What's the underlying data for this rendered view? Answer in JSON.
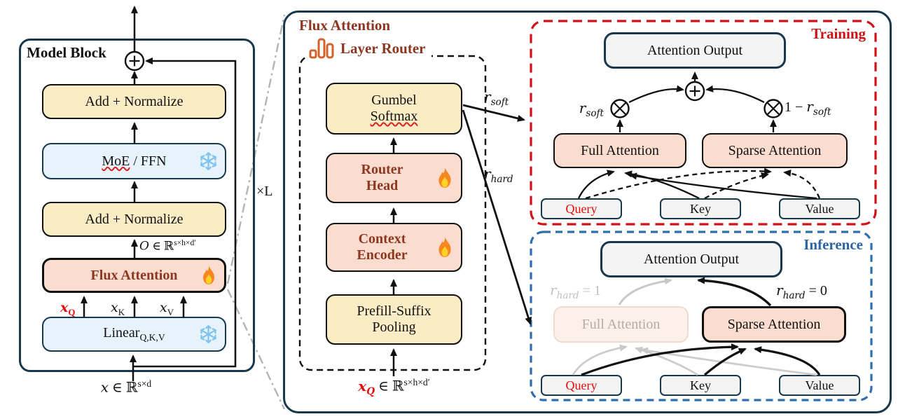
{
  "palette": {
    "panel_border": "#17384d",
    "yellow_fill": "#faecc5",
    "blue_fill": "#e7f3fb",
    "pink_fill": "#fbddd0",
    "grey_fill": "#f4f4f4",
    "brown_text": "#8d3620",
    "training_red": "#cc1212",
    "inference_blue": "#2b65a5",
    "red_dash": "#d01117",
    "blue_dash": "#2f6fad",
    "bright_red": "#e80b0b",
    "orange_icon": "#d2622a",
    "faded_grey": "#c1c1c1"
  },
  "left_panel": {
    "title": "Model Block",
    "loop_label": "×L",
    "add_normalize_top": "Add + Normalize",
    "moe": "MoE",
    "moe_rest": " / FFN",
    "add_normalize_bottom": "Add + Normalize",
    "flux_attention": "Flux Attention",
    "linear_base": "Linear",
    "linear_sub": "Q,K,V",
    "o_label": {
      "base": "O",
      "mid": " ∈ ℝ",
      "sup": "s×h×d′"
    },
    "x_q": {
      "base": "x",
      "sub": "Q"
    },
    "x_k": {
      "base": "x",
      "sub": "K"
    },
    "x_v": {
      "base": "x",
      "sub": "V"
    },
    "input_label": {
      "base": "x",
      "mid": " ∈ ℝ",
      "sup": "s×d"
    }
  },
  "router_panel": {
    "title": "Flux Attention",
    "subtitle": "Layer Router",
    "gumbel_line1": "Gumbel",
    "gumbel_line2": "Softmax",
    "router_line1": "Router",
    "router_line2": "Head",
    "context_line1": "Context",
    "context_line2": "Encoder",
    "pool_line1": "Prefill-Suffix",
    "pool_line2": "Pooling",
    "input_label": {
      "base": "x",
      "sub": "Q",
      "mid": " ∈ ℝ",
      "sup": "s×h×d′"
    },
    "r_soft": {
      "base": "r",
      "sub": "soft"
    },
    "r_hard": {
      "base": "r",
      "sub": "hard"
    }
  },
  "training": {
    "title": "Training",
    "attention_output": "Attention Output",
    "r_soft": {
      "base": "r",
      "sub": "soft"
    },
    "one_minus_r_soft": {
      "pre": "1 − ",
      "base": "r",
      "sub": "soft"
    },
    "full_attention": "Full Attention",
    "sparse_attention": "Sparse Attention",
    "query": "Query",
    "key": "Key",
    "value": "Value"
  },
  "inference": {
    "title": "Inference",
    "attention_output": "Attention Output",
    "r_hard_eq1": {
      "base": "r",
      "sub": "hard",
      "eq": " = 1"
    },
    "r_hard_eq0": {
      "base": "r",
      "sub": "hard",
      "eq": " = 0"
    },
    "full_attention": "Full Attention",
    "sparse_attention": "Sparse Attention",
    "query": "Query",
    "key": "Key",
    "value": "Value"
  }
}
